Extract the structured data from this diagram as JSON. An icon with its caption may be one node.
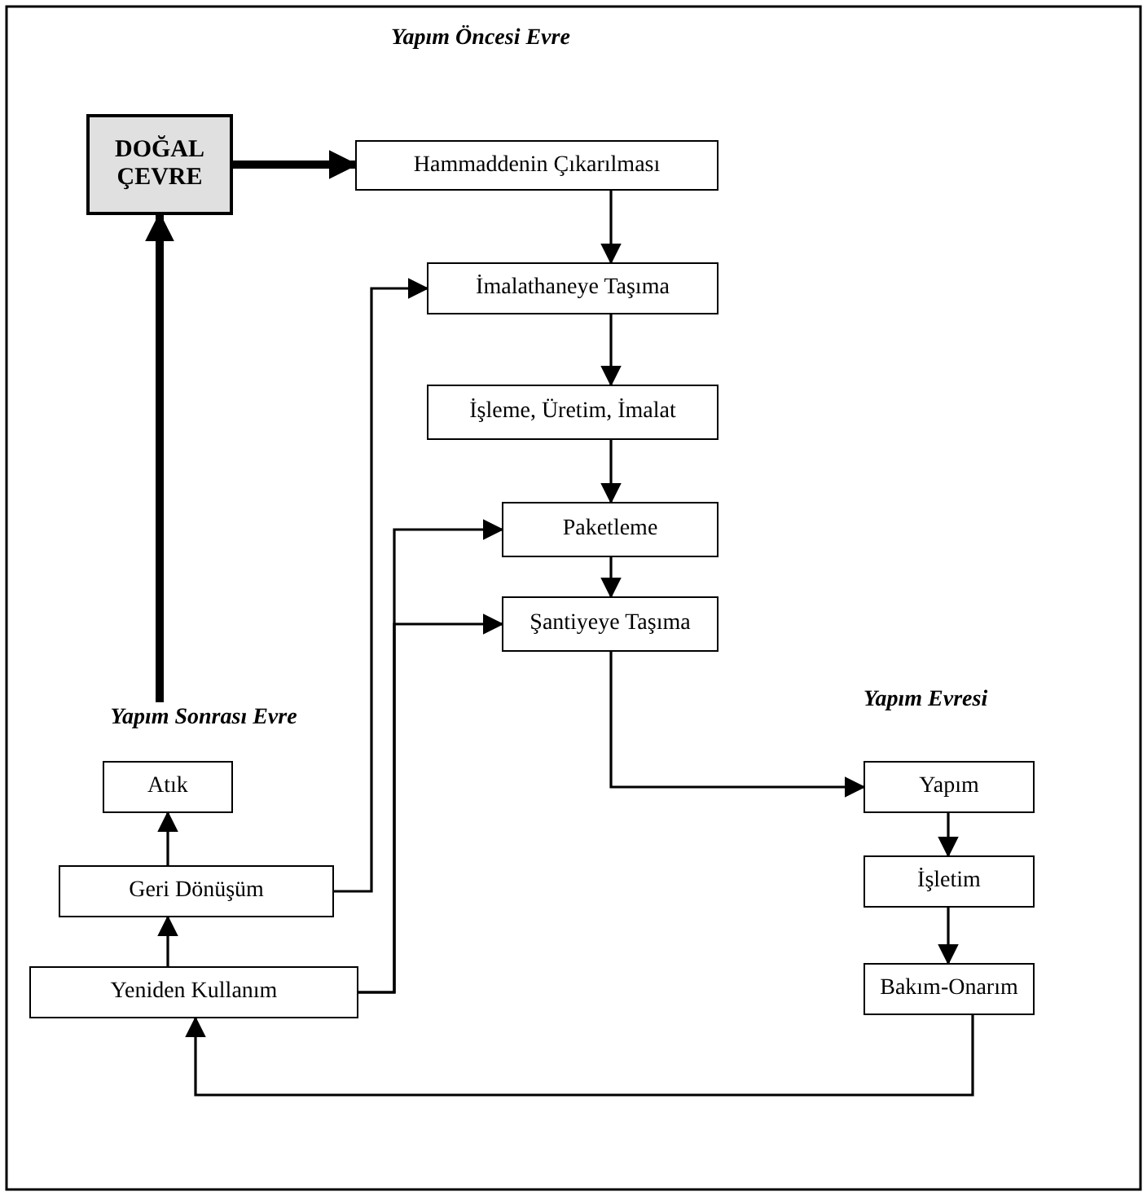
{
  "diagram": {
    "nodes": [
      {
        "text": [
          "DOĞAL ÇEVRE"
        ]
      },
      {
        "text": [
          "Hammaddenin Çıkarılması"
        ]
      },
      {
        "text": [
          "İmalathaneye Taşıma"
        ]
      },
      {
        "text": [
          "İşleme, Üretim, İmalat"
        ]
      },
      {
        "text": [
          "Paketleme"
        ]
      },
      {
        "text": [
          "Şantiyeye Taşıma"
        ]
      },
      {
        "text": [
          "Yapım Sonrası Evre"
        ]
      },
      {
        "text": [
          "Yapım"
        ]
      },
      {
        "text": [
          "Atık"
        ]
      },
      {
        "text": [
          "İşletim"
        ]
      },
      {
        "text": [
          "Geri Dönüşüm"
        ]
      },
      {
        "text": [
          "Bakım-Onarım"
        ]
      },
      {
        "text": [
          "Yeniden Kullanım"
        ]
      }
    ],
    "edges": [
      {
        "from": 0,
        "to": 1,
        "arrow": "to",
        "style": "thick"
      },
      {
        "from": 1,
        "to": 2,
        "arrow": "to"
      },
      {
        "from": 2,
        "to": 3,
        "arrow": "to"
      },
      {
        "from": 3,
        "to": 4,
        "arrow": "to"
      },
      {
        "from": 4,
        "to": 5,
        "arrow": "to"
      },
      {
        "from": 5,
        "to": 7,
        "arrow": "to"
      },
      {
        "from": 6,
        "to": 0,
        "arrow": "to",
        "style": "thick"
      },
      {
        "from": 7,
        "to": 9,
        "arrow": "to"
      },
      {
        "from": 9,
        "to": 11,
        "arrow": "to"
      },
      {
        "from": 11,
        "to": 12,
        "arrow": "to"
      },
      {
        "from": 12,
        "to": 10,
        "arrow": "to"
      },
      {
        "from": 10,
        "to": 8,
        "arrow": "to"
      },
      {
        "from": 10,
        "to": 2,
        "arrow": "to"
      },
      {
        "from": 12,
        "to": 4,
        "arrow": "to"
      },
      {
        "from": 12,
        "to": 5,
        "arrow": "to"
      }
    ],
    "labels": [
      "Yapım Öncesi Evre",
      "Yapım Evresi"
    ]
  }
}
